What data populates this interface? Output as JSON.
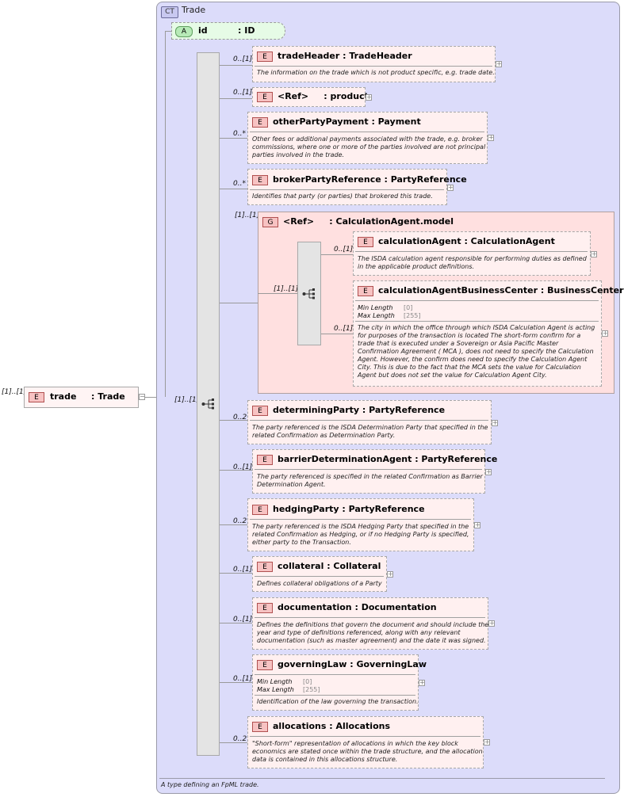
{
  "root": {
    "badge": "E",
    "name": "trade",
    "type": ": Trade",
    "cardinality": "[1]..[1]"
  },
  "complex_type": {
    "badge": "CT",
    "name": "Trade",
    "footer": "A type defining an FpML trade."
  },
  "attribute": {
    "badge": "A",
    "name": "id",
    "type": ": ID"
  },
  "sequence_cardinality": "[1]..[1]",
  "elements": [
    {
      "card": "0..[1]",
      "badge": "E",
      "title": "tradeHeader : TradeHeader",
      "doc": [
        "The information on the trade which is not product specific, e.g. trade date."
      ]
    },
    {
      "card": "0..[1]",
      "badge": "E",
      "title": "<Ref>     : product",
      "doc": []
    },
    {
      "card": "0..*",
      "badge": "E",
      "title": "otherPartyPayment : Payment",
      "doc": [
        "Other fees or additional payments associated with the trade, e.g. broker",
        "commissions, where one or more of the parties involved are not principal",
        "parties involved in the trade."
      ]
    },
    {
      "card": "0..*",
      "badge": "E",
      "title": "brokerPartyReference : PartyReference",
      "doc": [
        "Identifies that party (or parties) that brokered this trade."
      ]
    },
    {
      "card": "0..2",
      "badge": "E",
      "title": "determiningParty : PartyReference",
      "doc": [
        "The party referenced is the ISDA Determination Party that specified in the",
        "related Confirmation as Determination Party."
      ]
    },
    {
      "card": "0..[1]",
      "badge": "E",
      "title": "barrierDeterminationAgent : PartyReference",
      "doc": [
        "The party referenced is specified in the related Confirmation as Barrier",
        "Determination Agent."
      ]
    },
    {
      "card": "0..2",
      "badge": "E",
      "title": "hedgingParty : PartyReference",
      "doc": [
        "The party referenced is the ISDA Hedging Party that specified in the",
        "related Confirmation as Hedging, or if no Hedging Party is specified,",
        "either party to the Transaction."
      ]
    },
    {
      "card": "0..[1]",
      "badge": "E",
      "title": "collateral : Collateral",
      "doc": [
        "Defines collateral obligations of a Party"
      ]
    },
    {
      "card": "0..[1]",
      "badge": "E",
      "title": "documentation : Documentation",
      "doc": [
        "Defines the definitions that govern the document and should include the",
        "year and type of definitions referenced, along with any relevant",
        "documentation (such as master agreement) and the date it was signed."
      ]
    },
    {
      "card": "0..[1]",
      "badge": "E",
      "title": "governingLaw : GoverningLaw",
      "facets": [
        {
          "label": "Min Length",
          "value": "[0]"
        },
        {
          "label": "Max Length",
          "value": "[255]"
        }
      ],
      "doc": [
        "Identification of the law governing the transaction."
      ]
    },
    {
      "card": "0..2",
      "badge": "E",
      "title": "allocations : Allocations",
      "doc": [
        "\"Short-form\" representation of allocations in which the key block",
        "economics are stated once within the trade structure, and the allocation",
        "data is contained in this allocations structure."
      ]
    }
  ],
  "group": {
    "card": "[1]..[1]",
    "badge": "G",
    "title": "<Ref>     : CalculationAgent.model",
    "sequence_cardinality": "[1]..[1]",
    "elements": [
      {
        "card": "0..[1]",
        "badge": "E",
        "title": "calculationAgent : CalculationAgent",
        "doc": [
          "The ISDA calculation agent responsible for performing duties as defined",
          "in the applicable product definitions."
        ]
      },
      {
        "card": "0..[1]",
        "badge": "E",
        "title": "calculationAgentBusinessCenter : BusinessCenter",
        "facets": [
          {
            "label": "Min Length",
            "value": "[0]"
          },
          {
            "label": "Max Length",
            "value": "[255]"
          }
        ],
        "doc": [
          "The city in which the office through which ISDA Calculation Agent is acting",
          "for purposes of the transaction is located The short-form confirm for a",
          "trade that is executed under a Sovereign or Asia Pacific Master",
          "Confirmation Agreement ( MCA ), does not need to specify the Calculation",
          "Agent. However, the confirm does need to specify the Calculation Agent",
          "City. This is due to the fact that the MCA sets the value for Calculation",
          "Agent but does not set the value for Calculation Agent City."
        ]
      }
    ]
  }
}
